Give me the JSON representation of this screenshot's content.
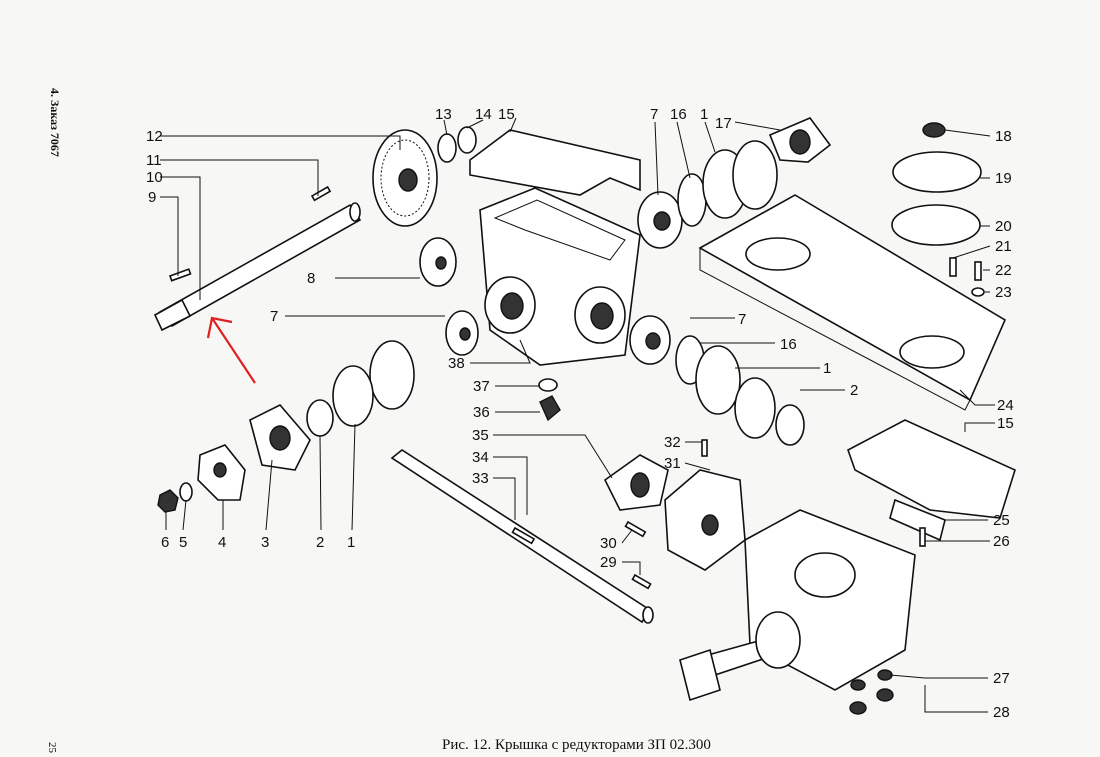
{
  "side_text": "4. Заказ 7067",
  "page_number": "25",
  "caption": "Рис. 12. Крышка с редукторами ЗП 02.300",
  "callouts": [
    "1",
    "2",
    "3",
    "4",
    "5",
    "6",
    "7",
    "8",
    "9",
    "10",
    "11",
    "12",
    "13",
    "14",
    "15",
    "16",
    "17",
    "18",
    "19",
    "20",
    "21",
    "22",
    "23",
    "24",
    "25",
    "26",
    "27",
    "28",
    "29",
    "30",
    "31",
    "32",
    "33",
    "34",
    "35",
    "36",
    "37",
    "38"
  ],
  "annotation": {
    "arrow_color": "#e02020",
    "target_label": "10"
  }
}
